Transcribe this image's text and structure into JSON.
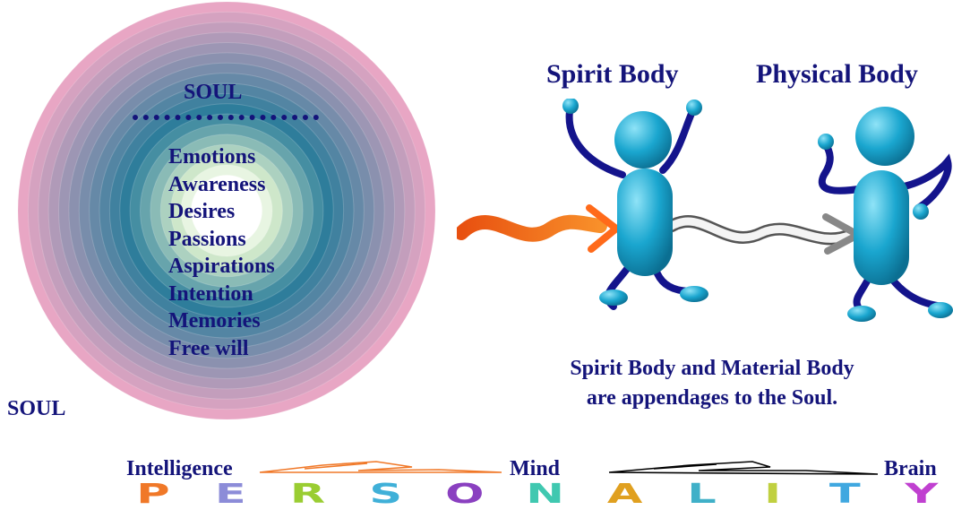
{
  "soul_circle": {
    "title": "SOUL",
    "qualities": [
      "Emotions",
      "Awareness",
      "Desires",
      "Passions",
      "Aspirations",
      "Intention",
      "Memories",
      "Free will"
    ],
    "outer_label": "SOUL",
    "colors": {
      "outer": "#e8a6c4",
      "mid": "#2a7c9a",
      "center": "#ffffff",
      "text": "#14147a"
    }
  },
  "bodies": {
    "spirit_label": "Spirit Body",
    "physical_label": "Physical Body",
    "figure_color": "#1aa6cf",
    "limb_color": "#14148c",
    "incoming_wave_color": "#f06a1a",
    "link_wave_color": "#c8c8c8",
    "caption_line1": "Spirit Body and Material Body",
    "caption_line2": "are appendages to the Soul."
  },
  "personality": {
    "labels": {
      "intelligence": "Intelligence",
      "mind": "Mind",
      "brain": "Brain"
    },
    "word_letters": [
      "P",
      "E",
      "R",
      "S",
      "O",
      "N",
      "A",
      "L",
      "I",
      "T",
      "Y"
    ],
    "letter_colors": [
      "#f07828",
      "#8c8cd8",
      "#9acd32",
      "#40b0d8",
      "#8a40c0",
      "#40c8b0",
      "#e0a020",
      "#40b0c8",
      "#c0d040",
      "#40a8e0",
      "#c040d0"
    ],
    "connector_colors": [
      "#f07828",
      "#000000"
    ]
  }
}
